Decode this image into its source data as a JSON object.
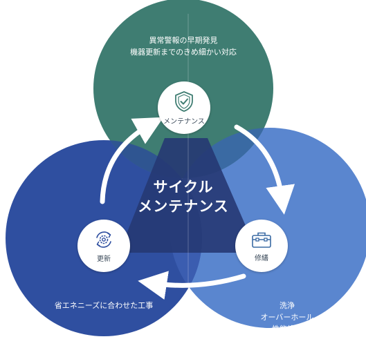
{
  "top_circle": {
    "description_lines": [
      "異常警報の早期発見",
      "機器更新までのきめ細かい対応"
    ],
    "node_label": "メンテナンス",
    "icon": "shield-check-icon"
  },
  "center": {
    "title_lines": [
      "サイクル",
      "メンテナンス"
    ]
  },
  "left_circle": {
    "node_label": "更新",
    "description": "省エネニーズに合わせた工事",
    "icon": "gear-cycle-icon"
  },
  "right_circle": {
    "node_label": "修繕",
    "description_lines": [
      "洗浄",
      "オーバーホール",
      "性能維持"
    ],
    "icon": "toolbox-icon"
  },
  "colors": {
    "top_circle": "#3f7d72",
    "left_circle": "#2f4fa0",
    "right_circle": "#5a86cf",
    "overlap_center": "#263873",
    "arrow": "#ffffff"
  }
}
